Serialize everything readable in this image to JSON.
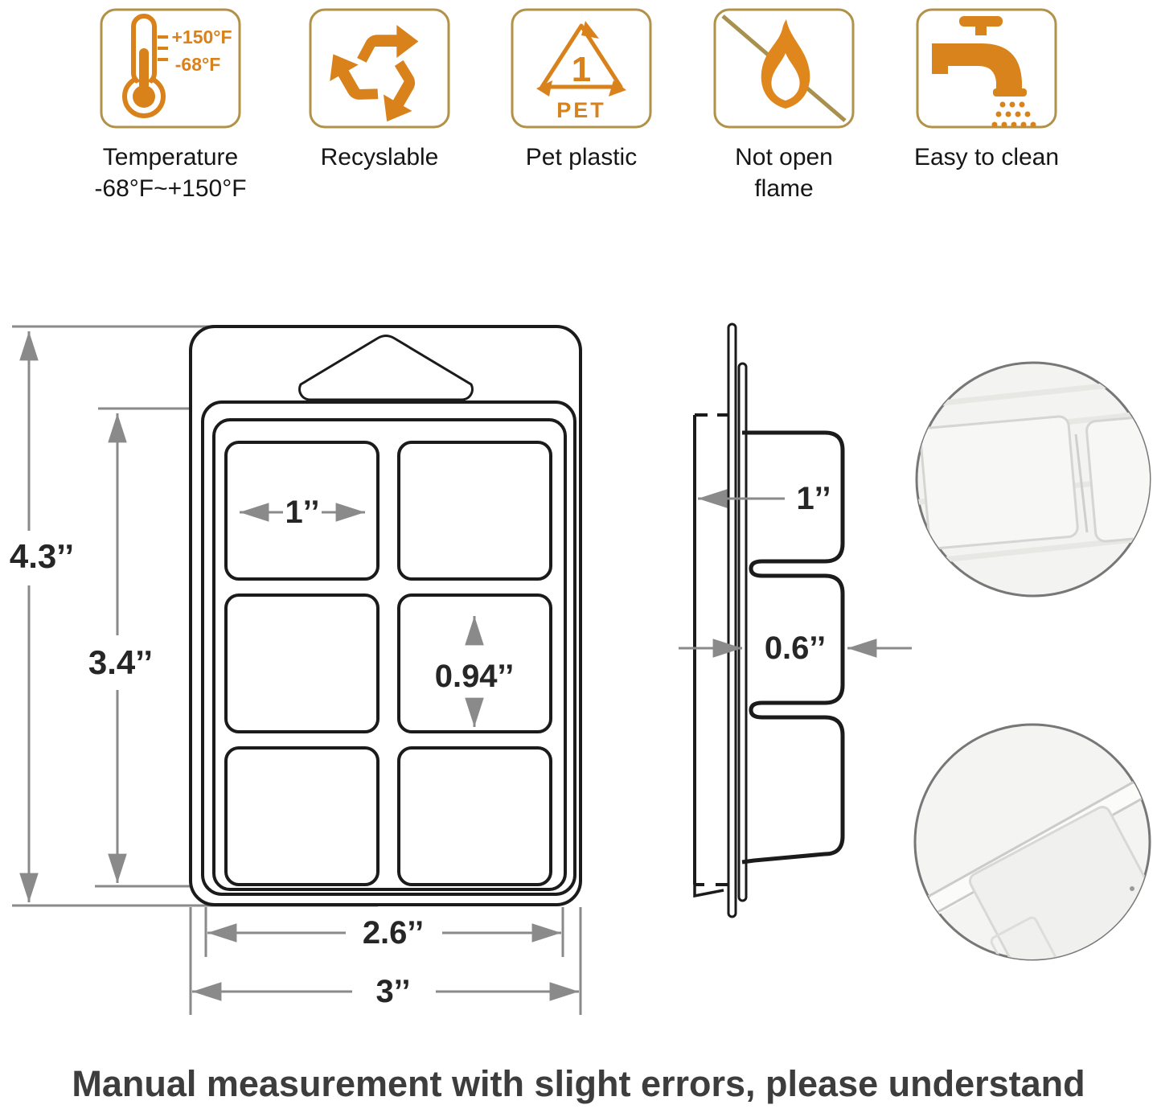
{
  "icons": {
    "temperature": {
      "high": "+150°F",
      "low": "-68°F",
      "label_line1": "Temperature",
      "label_line2": "-68°F~+150°F"
    },
    "recyclable": {
      "label_line1": "Recyslable",
      "label_line2": ""
    },
    "pet_plastic": {
      "number": "1",
      "code": "PET",
      "label_line1": "Pet plastic",
      "label_line2": ""
    },
    "not_open_flame": {
      "label_line1": "Not open",
      "label_line2": "flame"
    },
    "easy_to_clean": {
      "label_line1": "Easy to clean",
      "label_line2": ""
    }
  },
  "front_view": {
    "total_height": "4.3’’",
    "inner_height": "3.4’’",
    "cell_width": "1’’",
    "cell_height": "0.94’’",
    "inner_width": "2.6’’",
    "total_width": "3’’"
  },
  "side_view": {
    "depth": "1’’",
    "cell_depth": "0.6’’"
  },
  "footer": {
    "note": "Manual measurement with slight errors, please understand"
  },
  "colors": {
    "icon_orange": "#d9821b",
    "icon_border": "#b29148",
    "line_black": "#1b1b1b",
    "dim_gray": "#8a8a8a"
  }
}
